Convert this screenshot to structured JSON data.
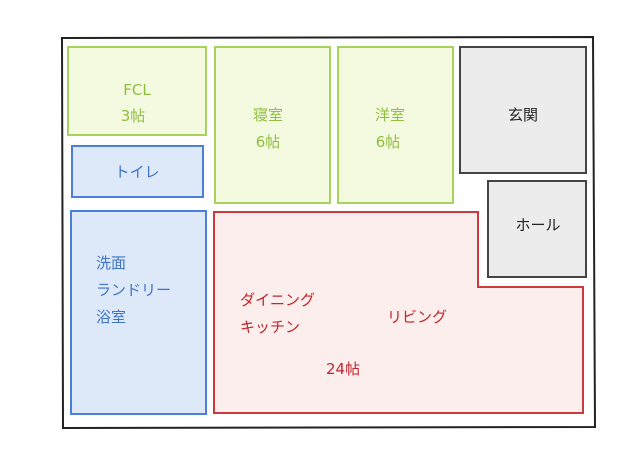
{
  "colors": {
    "green_stroke": "#a8d25c",
    "green_fill": "#f4fadf",
    "green_text": "#8fbf3f",
    "blue_stroke": "#4a80d6",
    "blue_fill": "#dde9f8",
    "blue_text": "#3f74c8",
    "red_stroke": "#cc3a3f",
    "red_fill": "#fdeeee",
    "red_text": "#c0262b",
    "gray_stroke": "#444444",
    "gray_fill": "#ececec",
    "outline": "#222222"
  },
  "rooms": {
    "fcl": {
      "line1": "FCL",
      "line2": "3帖"
    },
    "bedroom": {
      "line1": "寝室",
      "line2": "6帖"
    },
    "western_room": {
      "line1": "洋室",
      "line2": "6帖"
    },
    "entrance": {
      "label": "玄関"
    },
    "toilet": {
      "label": "トイレ"
    },
    "hall": {
      "label": "ホール"
    },
    "bath": {
      "line1": "洗面",
      "line2": "ランドリー",
      "line3": "浴室"
    },
    "ldk": {
      "dining_line1": "ダイニング",
      "dining_line2": "キッチン",
      "living": "リビング",
      "size": "24帖"
    }
  }
}
